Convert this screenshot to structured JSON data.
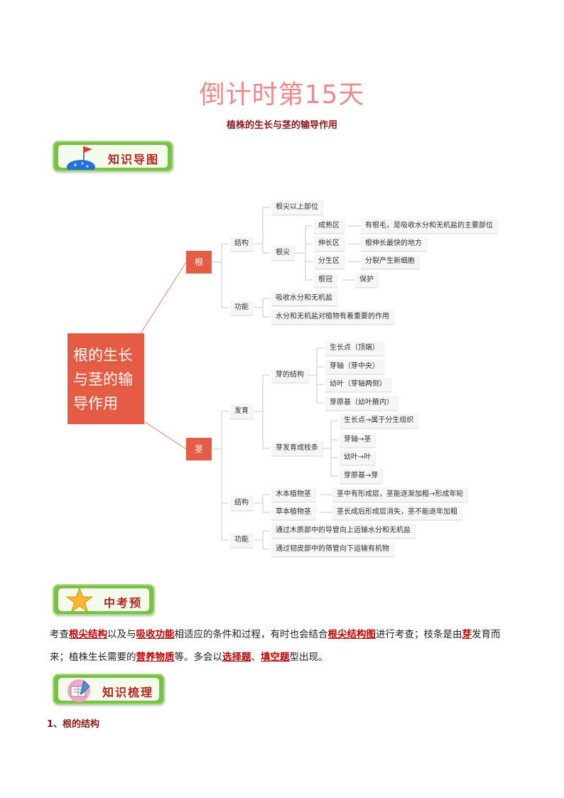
{
  "header": {
    "title": "倒计时第15天",
    "subtitle": "植株的生长与茎的输导作用"
  },
  "banners": {
    "mindmap": "知识导图",
    "exam": "中考预",
    "review": "知识梳理"
  },
  "mindmap": {
    "root": "根的生长与茎的输导作用",
    "root_lines": [
      "根的生长",
      "与茎的输",
      "导作用"
    ],
    "root_branch": "根",
    "stem_branch": "茎",
    "root_tree": {
      "structure": "结构",
      "tip_above": "根尖以上部位",
      "root_tip": "根尖",
      "zones": [
        {
          "name": "成熟区",
          "desc": "有根毛，是吸收水分和无机盐的主要部位"
        },
        {
          "name": "伸长区",
          "desc": "根伸长最快的地方"
        },
        {
          "name": "分生区",
          "desc": "分裂产生新细胞"
        },
        {
          "name": "根冠",
          "desc": "保护"
        }
      ],
      "function": "功能",
      "functions": [
        "吸收水分和无机盐",
        "水分和无机盐对植物有着重要的作用"
      ]
    },
    "stem_tree": {
      "development": "发育",
      "bud_structure": "芽的结构",
      "bud_parts": [
        "生长点（顶端）",
        "芽轴（芽中央）",
        "幼叶（芽轴两侧）",
        "芽原基（幼叶腋内）"
      ],
      "bud_to_branch": "芽发育成枝条",
      "bud_growth": [
        "生长点→属于分生组织",
        "芽轴→茎",
        "幼叶→叶",
        "芽原基→芽"
      ],
      "structure": "结构",
      "stem_types": [
        {
          "name": "木本植物茎",
          "desc": "茎中有形成层，茎能逐渐加粗→形成年轮"
        },
        {
          "name": "草本植物茎",
          "desc": "茎长成后形成层消失，茎不能逐年加粗"
        }
      ],
      "function": "功能",
      "functions": [
        "通过木质部中的导管向上运输水分和无机盐",
        "通过韧皮部中的筛管向下运输有机物"
      ]
    }
  },
  "exam_text": {
    "p1": "考查",
    "k1": "根尖结构",
    "p2": "以及与",
    "k2": "吸收功能",
    "p3": "相适应的条件和过程，有时也会结合",
    "k3": "根尖结构图",
    "p4": "进行考查；枝条是由",
    "k4": "芽",
    "p5": "发育而来；植株生长需要的",
    "k5": "营养物质",
    "p6": "等。多会以",
    "k6": "选择题",
    "p7": "、",
    "k7": "填空题",
    "p8": "型出现。"
  },
  "section1": "1、根的结构",
  "colors": {
    "accent_red": "#e55c45",
    "title_pink": "#f08a8a",
    "banner_green": "#7ac143",
    "highlight": "#c00000"
  }
}
